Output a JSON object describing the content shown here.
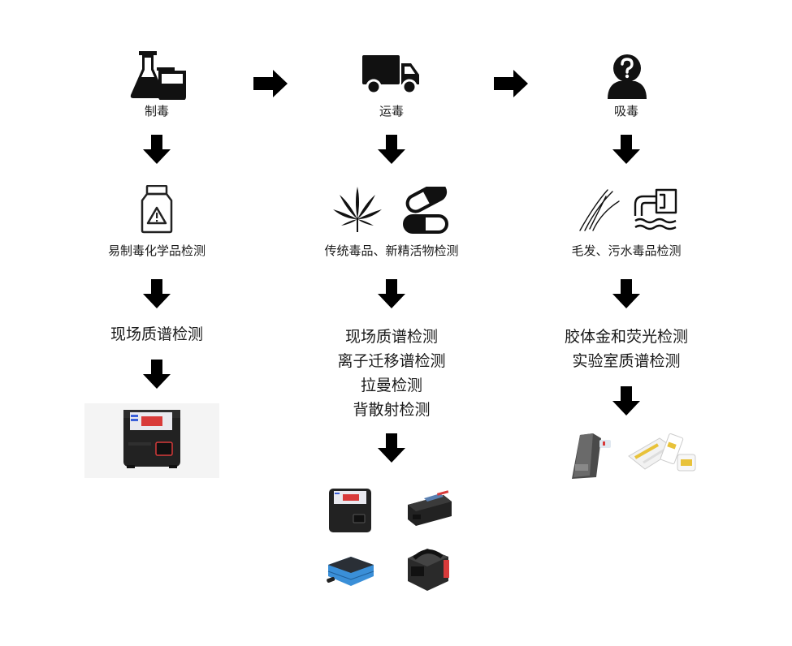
{
  "columns": [
    {
      "stage": "制毒",
      "stage_icon": "chemistry-flask-icon",
      "target": "易制毒化学品检测",
      "target_icons": [
        "hazard-chemical-bottle-icon"
      ],
      "methods": [
        "现场质谱检测"
      ],
      "devices": [
        "benchtop-mass-spectrometer"
      ]
    },
    {
      "stage": "运毒",
      "stage_icon": "delivery-truck-icon",
      "target": "传统毒品、新精活物检测",
      "target_icons": [
        "cannabis-leaf-icon",
        "pill-capsules-icon"
      ],
      "methods": [
        "现场质谱检测",
        "离子迁移谱检测",
        "拉曼检测",
        "背散射检测"
      ],
      "devices": [
        "benchtop-mass-spectrometer",
        "ion-mobility-spectrometer",
        "handheld-raman-device",
        "backscatter-device"
      ]
    },
    {
      "stage": "吸毒",
      "stage_icon": "person-question-icon",
      "target": "毛发、污水毒品检测",
      "target_icons": [
        "hair-strands-icon",
        "sewage-outfall-icon"
      ],
      "methods": [
        "胶体金和荧光检测",
        "实验室质谱检测"
      ],
      "devices": [
        "fluorescence-reader",
        "colloidal-gold-test-strips"
      ]
    }
  ],
  "colors": {
    "icon": "#111111",
    "arrow": "#000000",
    "device_body": "#222222",
    "accent_red": "#d83a3a",
    "accent_blue": "#3a8fd8"
  }
}
